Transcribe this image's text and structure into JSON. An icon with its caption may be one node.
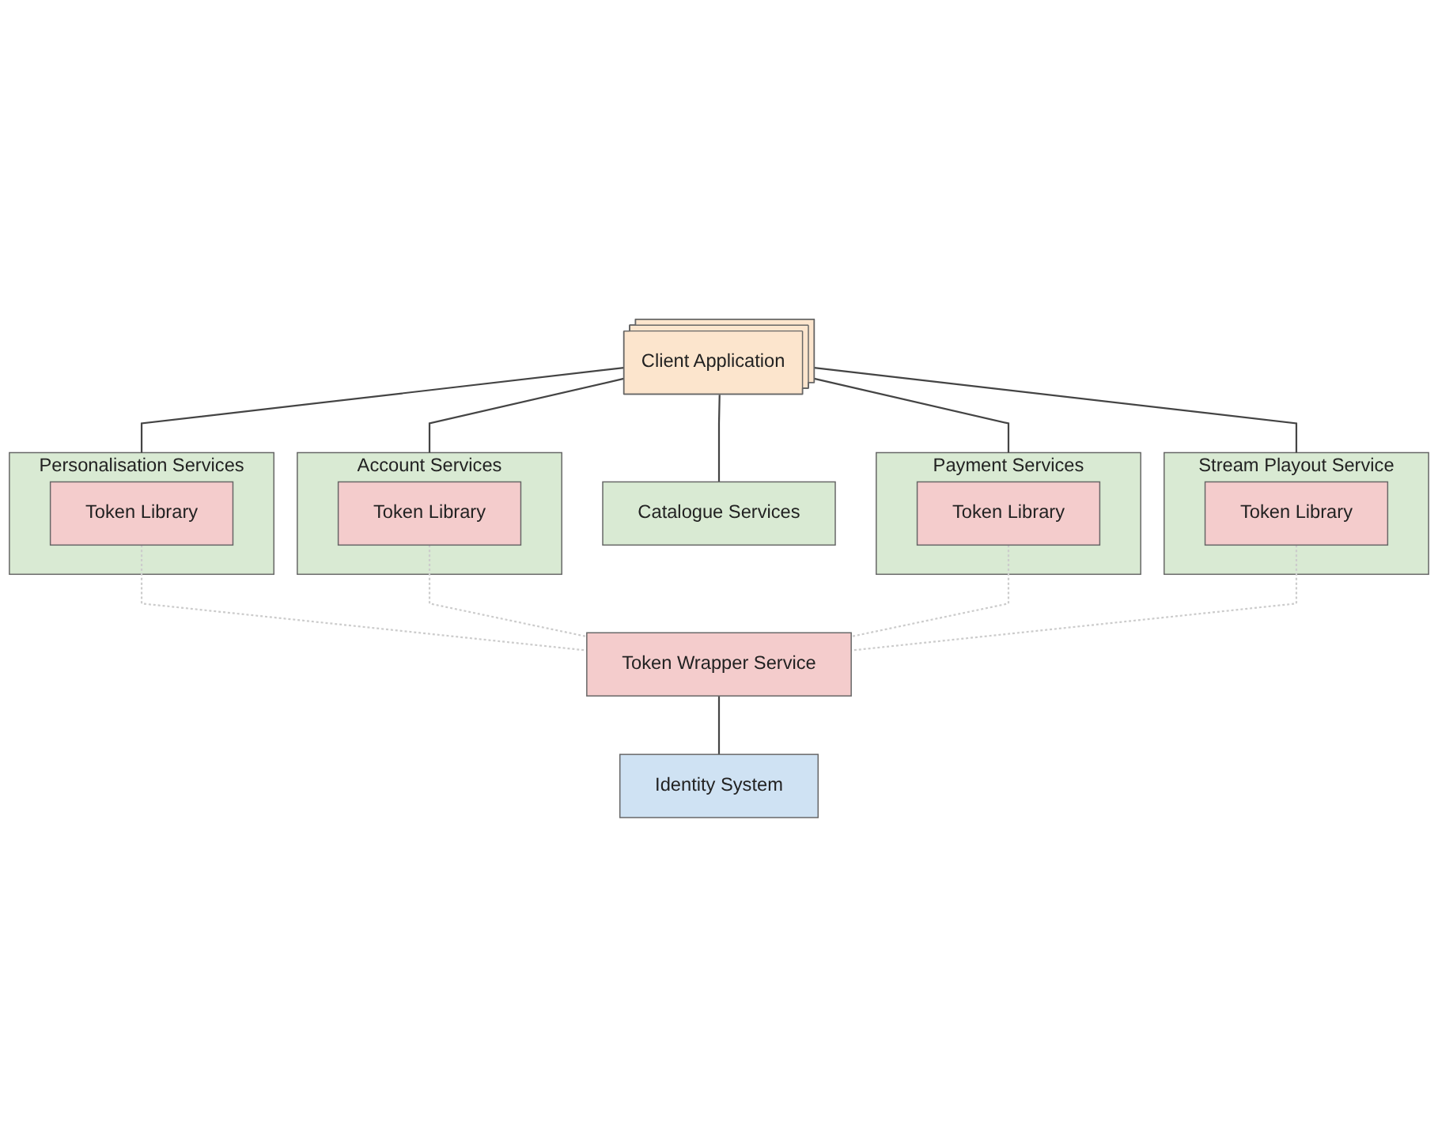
{
  "diagram": {
    "nodes": [
      {
        "text": [
          "Client Application"
        ]
      },
      {
        "text": [
          "Catalogue Services"
        ]
      },
      {
        "text": [
          "Personalisation Services"
        ]
      },
      {
        "text": [
          "Token Library"
        ],
        "in": 2
      },
      {
        "text": [
          "Account Services"
        ]
      },
      {
        "text": [
          "Token Library"
        ],
        "in": 4
      },
      {
        "text": [
          "Payment Services"
        ]
      },
      {
        "text": [
          "Token Library"
        ],
        "in": 6
      },
      {
        "text": [
          "Stream Playout Service"
        ]
      },
      {
        "text": [
          "Token Library"
        ],
        "in": 8
      },
      {
        "text": [
          "Token Wrapper Service"
        ]
      },
      {
        "text": [
          "Identity System"
        ]
      }
    ],
    "edges": [
      {
        "from": 0,
        "to": 1,
        "arrow": "none"
      },
      {
        "from": 0,
        "to": 2,
        "arrow": "none"
      },
      {
        "from": 0,
        "to": 4,
        "arrow": "none"
      },
      {
        "from": 0,
        "to": 6,
        "arrow": "none"
      },
      {
        "from": 0,
        "to": 8,
        "arrow": "none"
      },
      {
        "from": 3,
        "to": 10,
        "arrow": "none",
        "style": "dashed",
        "color": "#cccccc"
      },
      {
        "from": 5,
        "to": 10,
        "arrow": "none",
        "style": "dashed",
        "color": "#cccccc"
      },
      {
        "from": 7,
        "to": 10,
        "arrow": "none",
        "style": "dashed",
        "color": "#cccccc"
      },
      {
        "from": 9,
        "to": 10,
        "arrow": "none",
        "style": "dashed",
        "color": "#cccccc"
      },
      {
        "from": 10,
        "to": 11,
        "arrow": "none"
      }
    ]
  }
}
